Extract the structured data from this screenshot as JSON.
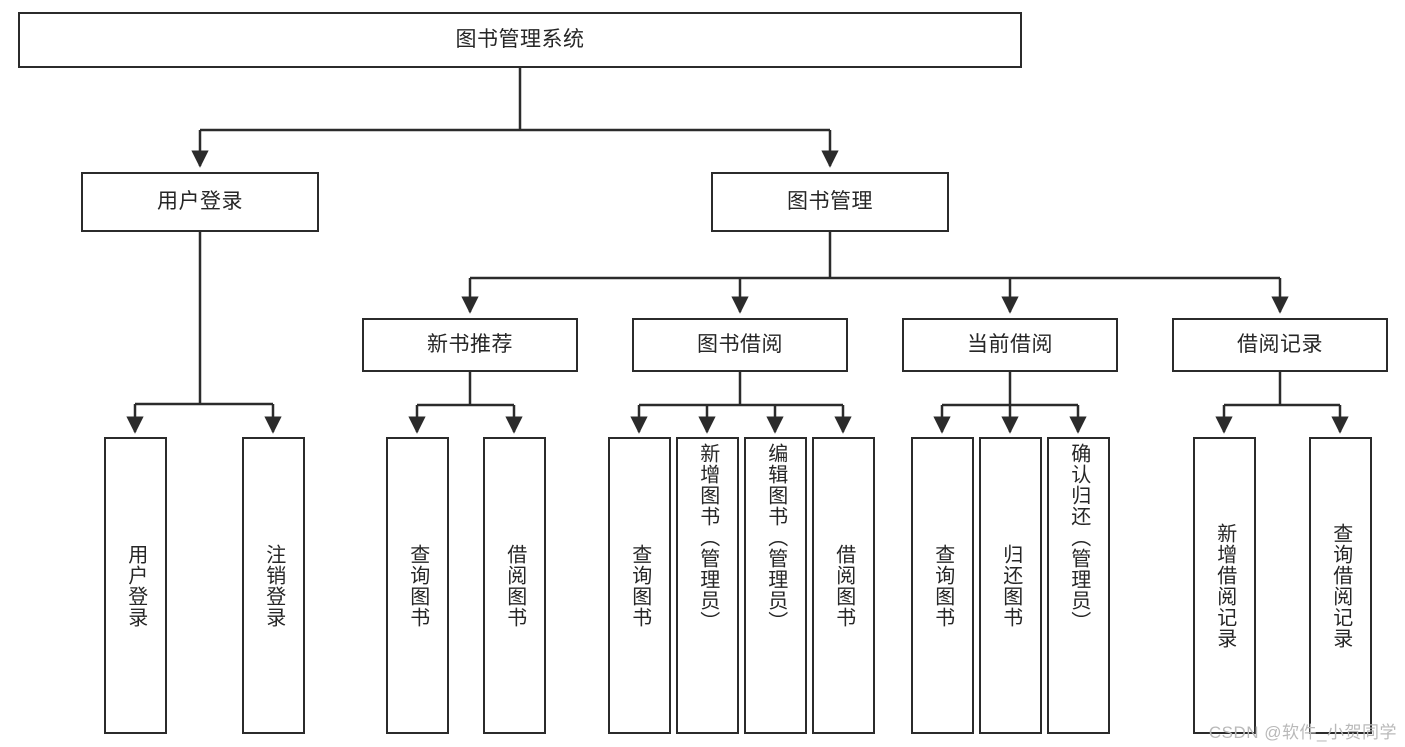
{
  "diagram": {
    "title": "图书管理系统",
    "type": "hierarchy-tree",
    "root": {
      "label": "图书管理系统"
    },
    "level_two": [
      {
        "label": "用户登录"
      },
      {
        "label": "图书管理"
      }
    ],
    "level_three": [
      {
        "label": "新书推荐"
      },
      {
        "label": "图书借阅"
      },
      {
        "label": "当前借阅"
      },
      {
        "label": "借阅记录"
      }
    ],
    "leaves": [
      {
        "label": "用户登录"
      },
      {
        "label": "注销登录"
      },
      {
        "label": "查询图书"
      },
      {
        "label": "借阅图书"
      },
      {
        "label": "查询图书"
      },
      {
        "label": "新增图书（管理员）"
      },
      {
        "label": "编辑图书（管理员）"
      },
      {
        "label": "借阅图书"
      },
      {
        "label": "查询图书"
      },
      {
        "label": "归还图书"
      },
      {
        "label": "确认归还（管理员）"
      },
      {
        "label": "新增借阅记录"
      },
      {
        "label": "查询借阅记录"
      }
    ]
  },
  "watermark": {
    "text": "CSDN @软件_小贺同学"
  },
  "colors": {
    "border": "#2b2b2b",
    "text": "#262626",
    "background": "#ffffff",
    "watermark": "#b9b9b9"
  }
}
